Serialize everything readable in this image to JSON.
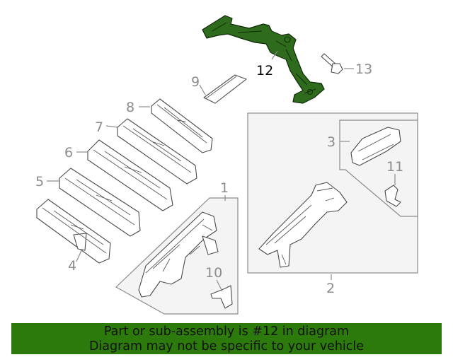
{
  "diagram": {
    "callouts": {
      "c1": "1",
      "c2": "2",
      "c3": "3",
      "c4": "4",
      "c5": "5",
      "c6": "6",
      "c7": "7",
      "c8": "8",
      "c9": "9",
      "c10": "10",
      "c11": "11",
      "c12": "12",
      "c13": "13"
    },
    "highlighted_part": "12",
    "colors": {
      "highlight": "#2f6b1c",
      "banner": "#2c7a0c",
      "callout_text": "#8c8c8c"
    }
  },
  "banner": {
    "line1": "Part or sub-assembly is #12 in diagram",
    "line2": "Diagram may not be specific to your vehicle"
  }
}
